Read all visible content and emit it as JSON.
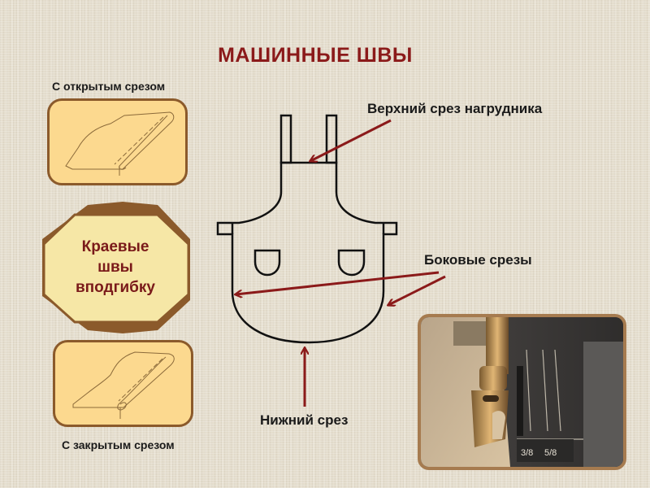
{
  "title": "МАШИННЫЕ ШВЫ",
  "left_panel": {
    "top_caption": "С открытым срезом",
    "center_label_lines": [
      "Краевые",
      "швы",
      "вподгибку"
    ],
    "bottom_caption": "С закрытым срезом"
  },
  "apron_labels": {
    "top_edge": "Верхний срез нагрудника",
    "side_edges": "Боковые срезы",
    "bottom_edge": "Нижний срез"
  },
  "photo": {
    "plate_marks": [
      "3/8",
      "5/8"
    ]
  },
  "colors": {
    "title": "#8b1a1a",
    "arrow": "#8b1a1a",
    "card_fill": "#fcd98f",
    "card_border": "#8b5a2b",
    "octagon_fill": "#f6e7a6",
    "octagon_accent": "#8b5a2b"
  }
}
